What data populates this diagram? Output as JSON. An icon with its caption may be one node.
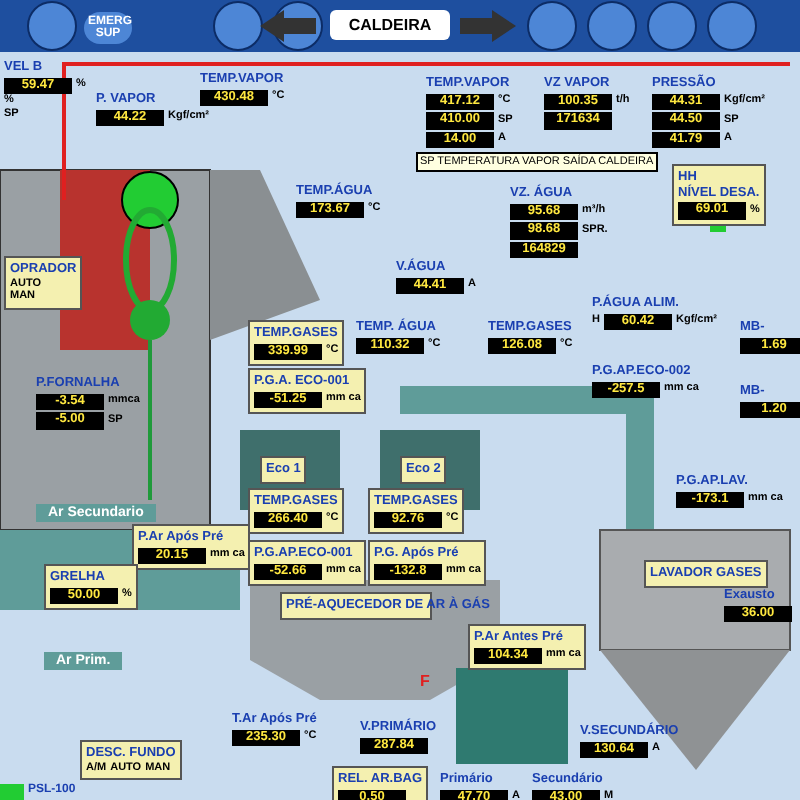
{
  "diagram": {
    "nodes": [
      {
        "text": [
          "VEL B",
          "59.47",
          "%",
          "%",
          "SP"
        ]
      },
      {
        "text": [
          "P. VAPOR",
          "44.22",
          "Kgf/cm²"
        ]
      },
      {
        "text": [
          "TEMP.VAPOR",
          "430.48",
          "°C"
        ]
      },
      {
        "text": [
          "TEMP.VAPOR",
          "417.12",
          "°C",
          "410.00",
          "SP",
          "14.00",
          "A"
        ]
      },
      {
        "text": [
          "VZ VAPOR",
          "100.35",
          "t/h",
          "171634"
        ]
      },
      {
        "text": [
          "PRESSÃO",
          "44.31",
          "Kgf/cm²",
          "44.50",
          "SP",
          "41.79",
          "A"
        ]
      },
      {
        "text": [
          "TEMP.ÁGUA",
          "173.67",
          "°C"
        ]
      },
      {
        "text": [
          "V.ÁGUA",
          "44.41",
          "A"
        ]
      },
      {
        "text": [
          "VZ. ÁGUA",
          "95.68",
          "m³/h",
          "98.68",
          "SPR.",
          "164829"
        ]
      },
      {
        "text": [
          "HH",
          "NÍVEL DESA.",
          "69.01",
          "%"
        ]
      },
      {
        "text": [
          "P.ÁGUA ALIM.",
          "H",
          "60.42",
          "Kgf/cm²"
        ]
      },
      {
        "text": [
          "MB-",
          "1.69"
        ]
      },
      {
        "text": [
          "MB-",
          "1.20"
        ]
      },
      {
        "text": [
          "OPRADOR",
          "AUTO",
          "MAN"
        ]
      },
      {
        "text": [
          "P.FORNALHA",
          "-3.54",
          "mmca",
          "-5.00",
          "SP"
        ]
      },
      {
        "text": [
          "TEMP.GASES",
          "339.99",
          "°C"
        ]
      },
      {
        "text": [
          "P.G.A. ECO-001",
          "-51.25",
          "mm ca"
        ]
      },
      {
        "text": [
          "TEMP. ÁGUA",
          "110.32",
          "°C"
        ]
      },
      {
        "text": [
          "TEMP.GASES",
          "126.08",
          "°C"
        ]
      },
      {
        "text": [
          "P.G.AP.ECO-002",
          "-257.5",
          "mm ca"
        ]
      },
      {
        "text": [
          "TEMP.GASES",
          "266.40",
          "°C"
        ]
      },
      {
        "text": [
          "TEMP.GASES",
          "92.76",
          "°C"
        ]
      },
      {
        "text": [
          "P.Ar Após Pré",
          "20.15",
          "mm ca"
        ]
      },
      {
        "text": [
          "P.G.AP.ECO-001",
          "-52.66",
          "mm ca"
        ]
      },
      {
        "text": [
          "P.G. Após Pré",
          "-132.8",
          "mm ca"
        ]
      },
      {
        "text": [
          "P.G.AP.LAV.",
          "-173.1",
          "mm ca"
        ]
      },
      {
        "text": [
          "GRELHA",
          "50.00",
          "%"
        ]
      },
      {
        "text": [
          "PRÉ-AQUECEDOR DE AR À GÁS"
        ]
      },
      {
        "text": [
          "LAVADOR GASES"
        ]
      },
      {
        "text": [
          "P.Ar Antes Pré",
          "104.34",
          "mm ca"
        ]
      },
      {
        "text": [
          "Exausto",
          "36.00"
        ]
      },
      {
        "text": [
          "T.Ar Após Pré",
          "235.30",
          "°C"
        ]
      },
      {
        "text": [
          "V.PRIMÁRIO",
          "287.84"
        ]
      },
      {
        "text": [
          "V.SECUNDÁRIO",
          "130.64",
          "A"
        ]
      },
      {
        "text": [
          "REL. AR.BAG",
          "0.50"
        ]
      },
      {
        "text": [
          "DESC. FUNDO",
          "A/M",
          "AUTO",
          "MAN"
        ]
      },
      {
        "text": [
          "Primário",
          "47.70",
          "A"
        ]
      },
      {
        "text": [
          "Secundário",
          "43.00",
          "M"
        ]
      },
      {
        "text": [
          "Eco 1"
        ]
      },
      {
        "text": [
          "Eco 2"
        ]
      }
    ],
    "labels": [
      "EMERG SUP",
      "CALDEIRA",
      "SP TEMPERATURA VAPOR SAÍDA CALDEIRA",
      "Ar Secundario",
      "Ar Prim.",
      "PSL-100",
      "F"
    ]
  }
}
